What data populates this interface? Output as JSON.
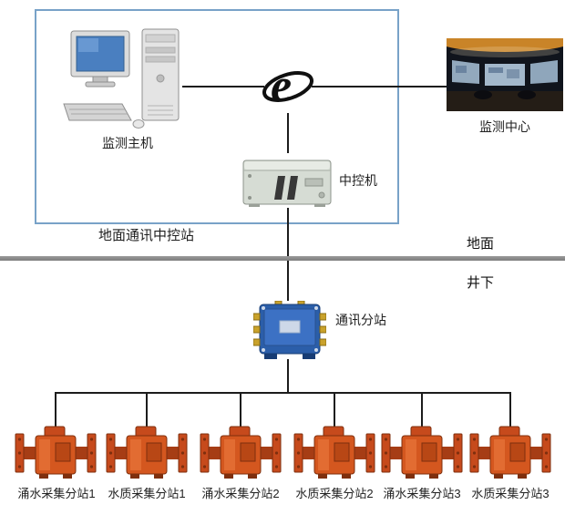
{
  "frame": {
    "label": "地面通讯中控站"
  },
  "nodes": {
    "host": {
      "label": "监测主机"
    },
    "center": {
      "label": "监测中心"
    },
    "control": {
      "label": "中控机"
    },
    "substation": {
      "label": "通讯分站"
    }
  },
  "zones": {
    "surface": "地面",
    "underground": "井下"
  },
  "devices": [
    {
      "label": "涌水采集分站1"
    },
    {
      "label": "水质采集分站1"
    },
    {
      "label": "涌水采集分站2"
    },
    {
      "label": "水质采集分站2"
    },
    {
      "label": "涌水采集分站3"
    },
    {
      "label": "水质采集分站3"
    }
  ],
  "colors": {
    "frame_border": "#78a2c8",
    "divider_gray": "#8c8c8c",
    "line_black": "#1c1c1c",
    "device_orange": "#d4571f",
    "substation_blue": "#2b5ea9"
  }
}
